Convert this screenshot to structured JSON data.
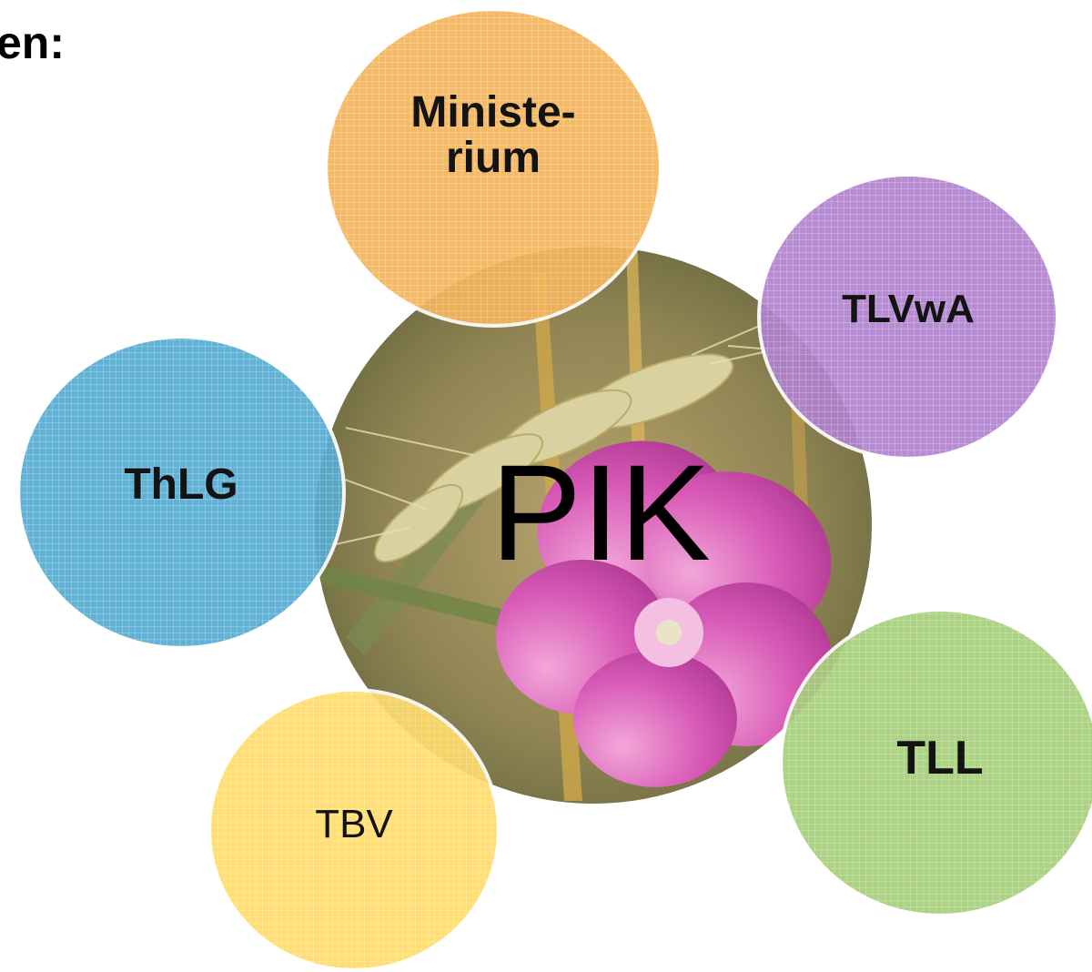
{
  "title": "en:",
  "center": {
    "label": "PIK"
  },
  "nodes": [
    {
      "label": "Ministe-\nrium",
      "color": "#f5b55c"
    },
    {
      "label": "TLVwA",
      "color": "#b183cf"
    },
    {
      "label": "ThLG",
      "color": "#55acd2"
    },
    {
      "label": "TBV",
      "color": "#fedc6a"
    },
    {
      "label": "TLL",
      "color": "#a6cf79"
    }
  ],
  "center_photo": {
    "subject": "barley ears with pink corncockle flower"
  }
}
